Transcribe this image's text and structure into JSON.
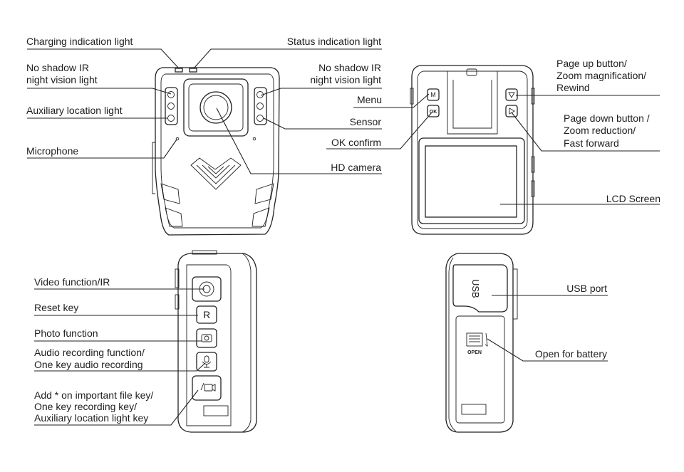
{
  "front_labels": {
    "charging": "Charging indication light",
    "status": "Status indication light",
    "ir_left_1": "No shadow IR",
    "ir_left_2": "night vision light",
    "ir_right_1": "No shadow IR",
    "ir_right_2": "night vision light",
    "aux_light": "Auxiliary location light",
    "microphone": "Microphone",
    "sensor": "Sensor",
    "hd_camera": "HD camera"
  },
  "back_labels": {
    "menu": "Menu",
    "ok_confirm": "OK confirm",
    "page_up_1": "Page up button/",
    "page_up_2": "Zoom magnification/",
    "page_up_3": "Rewind",
    "page_down_1": "Page down button /",
    "page_down_2": "Zoom reduction/",
    "page_down_3": "Fast forward",
    "lcd": "LCD Screen",
    "btn_m": "M",
    "btn_ok": "OK"
  },
  "side_left_labels": {
    "video": "Video function/IR",
    "reset": "Reset key",
    "photo": "Photo function",
    "audio_1": "Audio recording function/",
    "audio_2": "One key audio recording",
    "add_1": "Add * on important file key/",
    "add_2": "One key recording key/",
    "add_3": "Auxiliary location light key",
    "btn_r": "R"
  },
  "side_right_labels": {
    "usb_port": "USB port",
    "battery": "Open for battery",
    "usb_text": "USB",
    "open_text": "OPEN"
  }
}
